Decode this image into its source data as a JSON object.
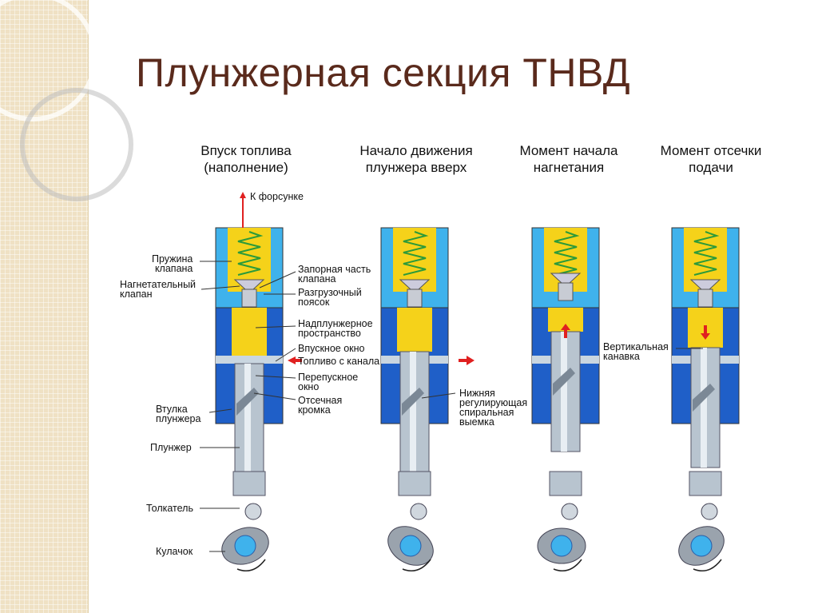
{
  "title": "Плунжерная секция ТНВД",
  "columns": [
    {
      "heading": "Впуск топлива\n(наполнение)"
    },
    {
      "heading": "Начало движения\nплунжера вверх"
    },
    {
      "heading": "Момент начала\nнагнетания"
    },
    {
      "heading": "Момент отсечки\nподачи"
    }
  ],
  "labels": {
    "to_injector": "К форсунке",
    "valve_spring": "Пружина\nклапана",
    "delivery_valve": "Нагнетательный\nклапан",
    "valve_shutoff": "Запорная часть\nклапана",
    "relief_collar": "Разгрузочный\nпоясок",
    "above_plunger": "Надплунжерное\nпространство",
    "inlet_port": "Впускное окно",
    "fuel_from_channel": "Топливо с канала",
    "bypass_port": "Перепускное\nокно",
    "cutoff_edge": "Отсечная\nкромка",
    "plunger_sleeve": "Втулка\nплунжера",
    "plunger": "Плунжер",
    "tappet": "Толкатель",
    "cam": "Кулачок",
    "helix": "Нижняя\nрегулирующая\nспиральная\nвыемка",
    "vertical_groove": "Вертикальная\nканавка"
  },
  "colors": {
    "fuel": "#f5d21a",
    "body_dark": "#1f5fc8",
    "body_light": "#3fb2ec",
    "steel": "#b8c4cf",
    "arrow": "#e02020",
    "spring": "#2b9a3a",
    "title": "#5a2a1c"
  }
}
